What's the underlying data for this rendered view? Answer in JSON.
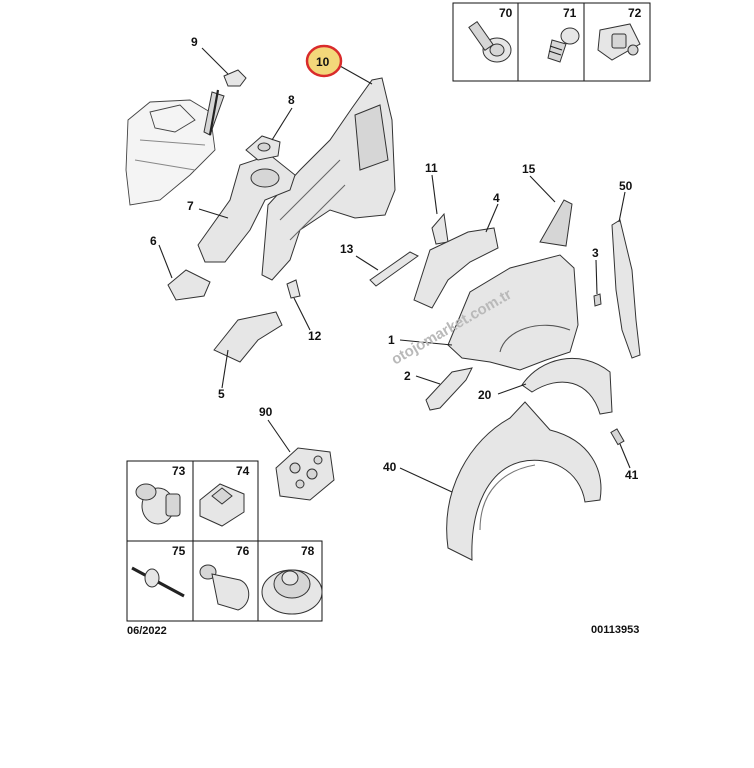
{
  "diagram": {
    "reference_number": "00113953",
    "date_code": "06/2022",
    "watermark": "otojomarket.com.tr",
    "highlight_color": "#d92b2b",
    "highlight_fill": "#f3d77a",
    "highlighted_label": "10",
    "callouts": {
      "c1": "1",
      "c2": "2",
      "c3": "3",
      "c4": "4",
      "c5": "5",
      "c6": "6",
      "c7": "7",
      "c8": "8",
      "c9": "9",
      "c10": "10",
      "c11": "11",
      "c12": "12",
      "c13": "13",
      "c15": "15",
      "c20": "20",
      "c40": "40",
      "c41": "41",
      "c50": "50",
      "c90": "90"
    },
    "fastener_boxes": {
      "top": [
        "70",
        "71",
        "72"
      ],
      "bottom_row1": [
        "73",
        "74"
      ],
      "bottom_row2": [
        "75",
        "76",
        "78"
      ]
    }
  }
}
